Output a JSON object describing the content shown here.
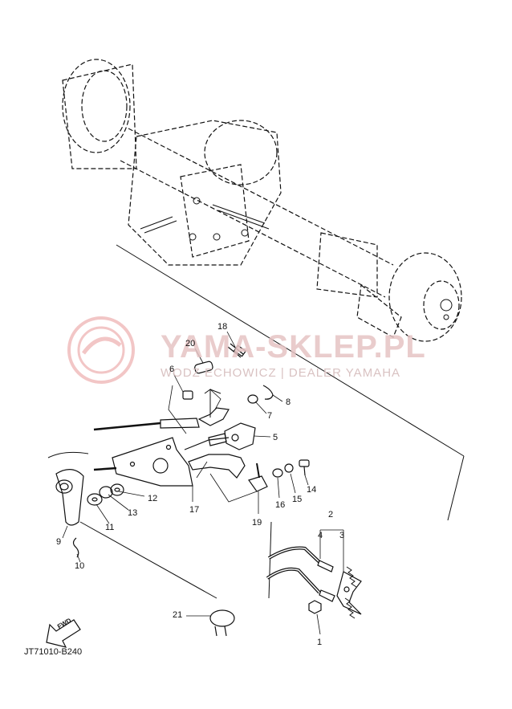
{
  "watermark": {
    "title": "YAMA-SKLEP.PL",
    "subtitle": "WODZ ECHOWICZ | DEALER YAMAHA"
  },
  "diagram_code": "JT71010-B240",
  "fwd_label": "FWD",
  "callouts": [
    "1",
    "2",
    "3",
    "4",
    "5",
    "6",
    "7",
    "8",
    "9",
    "10",
    "11",
    "12",
    "13",
    "14",
    "15",
    "16",
    "17",
    "18",
    "19",
    "20",
    "21"
  ]
}
